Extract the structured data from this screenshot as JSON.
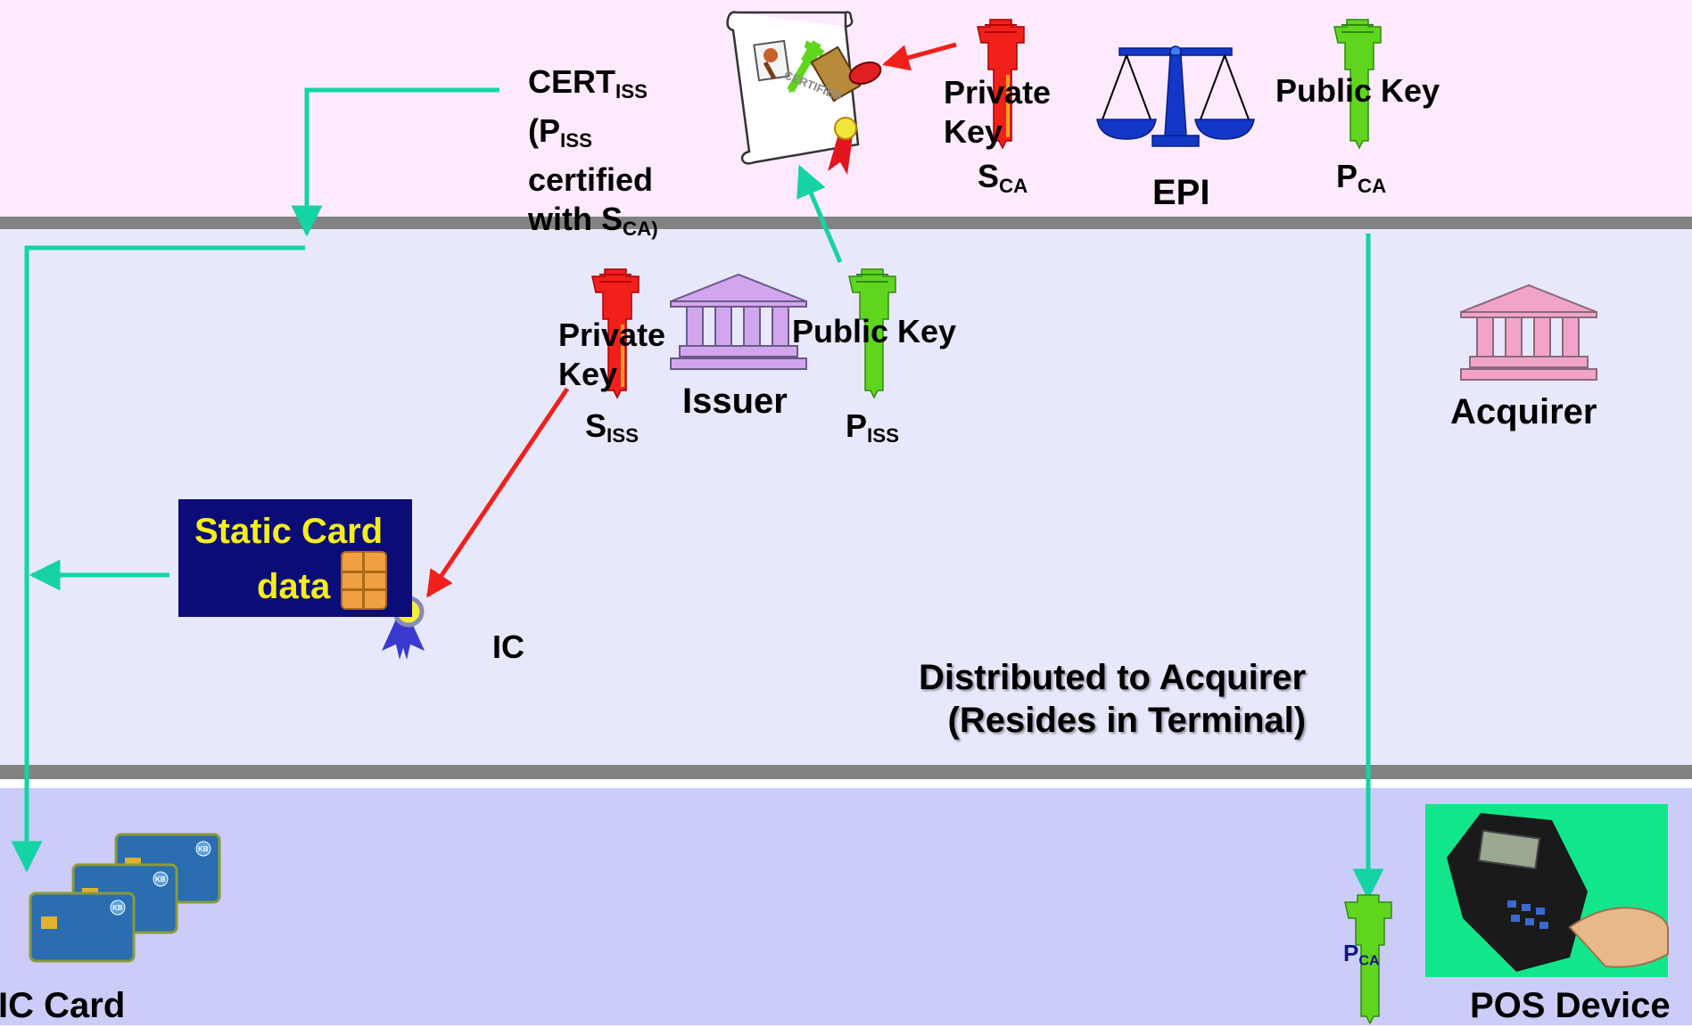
{
  "ca_zone": {
    "private_key": {
      "line1": "Private",
      "line2": "Key",
      "sym_main": "S",
      "sym_sub": "CA"
    },
    "authority": "EPI",
    "public_key": {
      "label": "Public Key",
      "sym_main": "P",
      "sym_sub": "CA"
    },
    "certificate_text": "CERTIFIED"
  },
  "cert_label": {
    "line1_main": "CERT",
    "line1_sub": "ISS",
    "line2_pre": "(P",
    "line2_sub": "ISS",
    "line3": "certified",
    "line4_pre": "with S",
    "line4_sub": "CA)"
  },
  "issuer_zone": {
    "private_key": {
      "line1": "Private",
      "line2": "Key",
      "sym_main": "S",
      "sym_sub": "ISS"
    },
    "issuer": "Issuer",
    "public_key": {
      "label": "Public Key",
      "sym_main": "P",
      "sym_sub": "ISS"
    },
    "static_card": {
      "line1": "Static Card",
      "line2": "data"
    },
    "ic_label": "IC",
    "acquirer": "Acquirer",
    "distributed": {
      "line1": "Distributed to Acquirer",
      "line2": "(Resides in Terminal)"
    }
  },
  "card_zone": {
    "ic_card": "IC Card",
    "card_badge": "KB",
    "pos_device": "POS Device",
    "terminal_key": {
      "sym_main": "P",
      "sym_sub": "CA"
    }
  },
  "colors": {
    "ca_band": "#fdeafc",
    "issuer_band": "#e8e8fc",
    "card_band": "#ccccf8",
    "divider": "#828282",
    "flow_teal": "#16d3a3",
    "private_key_red": "#f2201b",
    "public_key_green": "#5fd61d",
    "epi_blue": "#1337c7",
    "issuer_purple": "#d2a6ee",
    "acquirer_pink": "#f2a4c8",
    "static_box": "#0c0c78",
    "static_text": "#f5ee1a",
    "pos_background": "#12e68a"
  }
}
